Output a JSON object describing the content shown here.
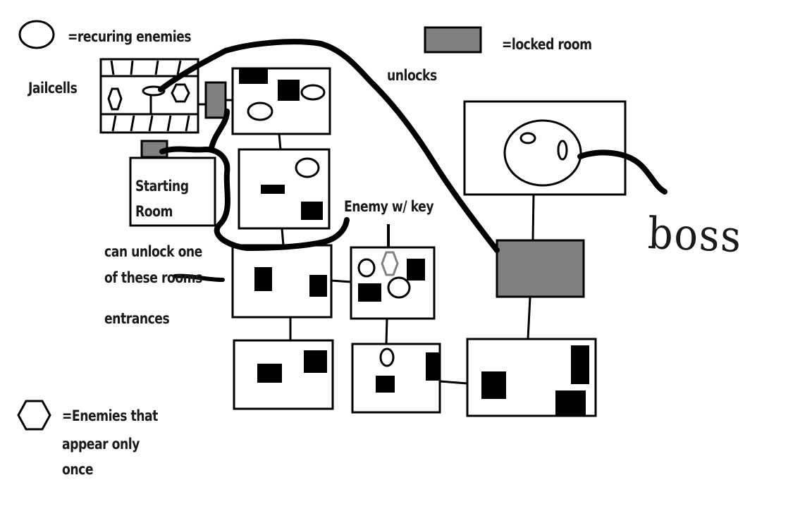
{
  "legend": {
    "recurring_enemies": "=recuring enemies",
    "locked_room": "=locked room",
    "once_enemies_line1": "=Enemies that",
    "once_enemies_line2": "appear only",
    "once_enemies_line3": "once"
  },
  "labels": {
    "jailcells": "Jailcells",
    "starting_room_line1": "Starting",
    "starting_room_line2": "Room",
    "unlocks": "unlocks",
    "enemy_with_key": "Enemy w/ key",
    "can_unlock_line1": "can unlock one",
    "can_unlock_line2": "of these rooms",
    "entrances": "entrances",
    "boss": "boss"
  },
  "colors": {
    "ink": "#000000",
    "locked_fill": "#808080",
    "key_enemy_stroke": "#808080"
  }
}
